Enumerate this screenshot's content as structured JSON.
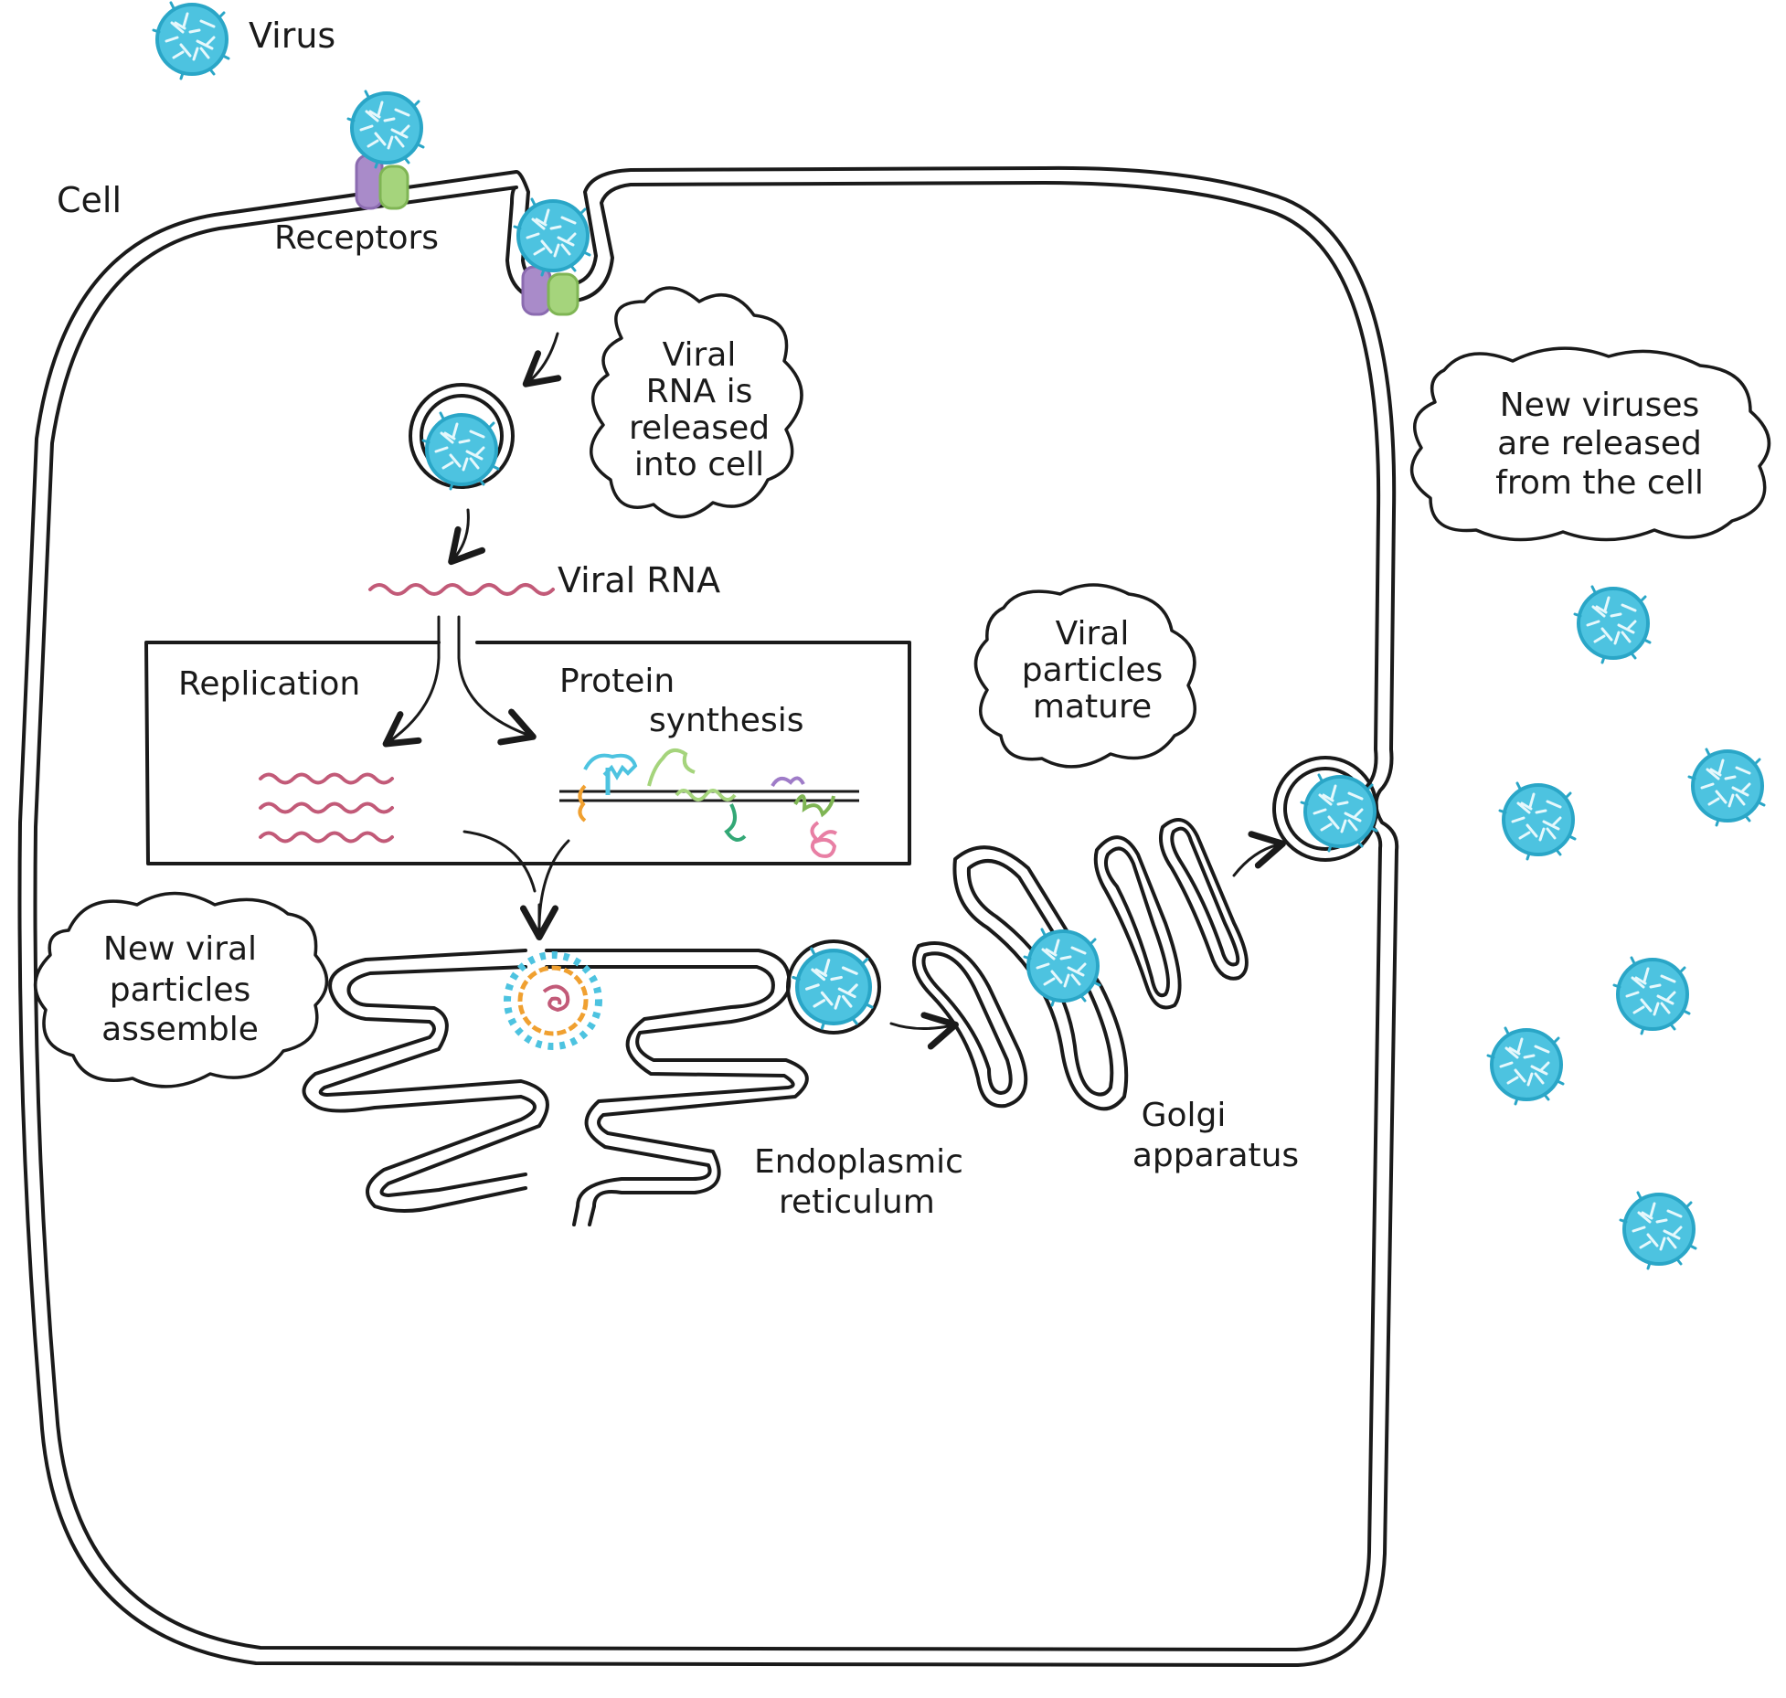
{
  "colors": {
    "virus_fill": "#4dc3e0",
    "virus_stroke": "#2aa6c7",
    "rna": "#c25a78",
    "receptor_purple": "#a98bc9",
    "receptor_green": "#a5d47c",
    "outline": "#1a1a1a",
    "capsid_orange": "#f0a030"
  },
  "icons": [
    "virus-icon",
    "receptor-icon",
    "arrow-icon"
  ],
  "labels": {
    "legend_virus": "Virus",
    "cell": "Cell",
    "receptors": "Receptors",
    "viral_rna": "Viral RNA",
    "replication": "Replication",
    "protein_1": "Protein",
    "protein_2": "synthesis",
    "endoplasmic_1": "Endoplasmic",
    "endoplasmic_2": "reticulum",
    "golgi_1": "Golgi",
    "golgi_2": "apparatus"
  },
  "clouds": {
    "rna_released": [
      "Viral",
      "RNA is",
      "released",
      "into cell"
    ],
    "assemble": [
      "New viral",
      "particles",
      "assemble"
    ],
    "mature": [
      "Viral",
      "particles",
      "mature"
    ],
    "released": [
      "New viruses",
      "are released",
      "from the cell"
    ]
  }
}
